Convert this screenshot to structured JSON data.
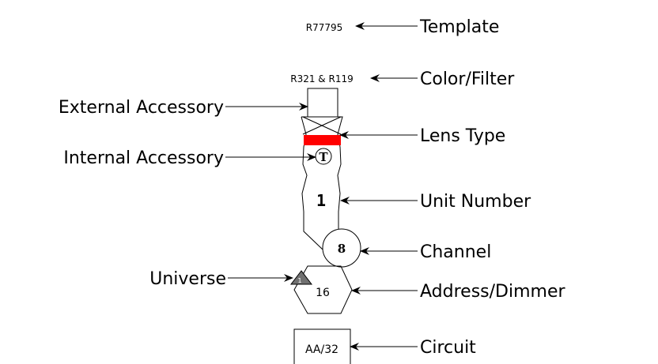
{
  "symbol": {
    "template": "R77795",
    "color_filter": "R321 & R119",
    "unit_number": "1",
    "channel": "8",
    "universe": "1",
    "address": "16",
    "circuit": "AA/32",
    "internal_accessory_mark": "T",
    "color_band": "#ff0000",
    "universe_fill": "#707070"
  },
  "labels": {
    "template": "Template",
    "color_filter": "Color/Filter",
    "external_accessory": "External Accessory",
    "lens_type": "Lens Type",
    "internal_accessory": "Internal Accessory",
    "unit_number": "Unit Number",
    "channel": "Channel",
    "universe": "Universe",
    "address_dimmer": "Address/Dimmer",
    "circuit": "Circuit"
  }
}
